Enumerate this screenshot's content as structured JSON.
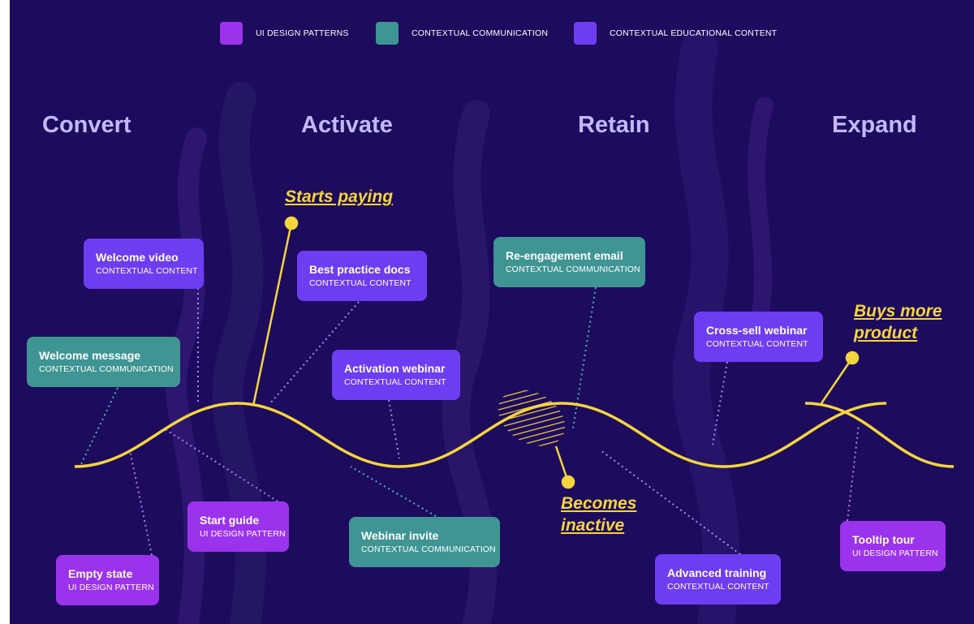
{
  "colors": {
    "background": "#1d0b5e",
    "ui_design_pattern": "#9b33ec",
    "contextual_communication": "#3f9593",
    "contextual_content": "#6d3df2",
    "milestone": "#f5d53c",
    "stage_text": "#c2b8ff"
  },
  "legend": [
    {
      "label": "UI DESIGN PATTERNS",
      "type": "ui_design_pattern"
    },
    {
      "label": "CONTEXTUAL COMMUNICATION",
      "type": "contextual_communication"
    },
    {
      "label": "CONTEXTUAL EDUCATIONAL CONTENT",
      "type": "contextual_content"
    }
  ],
  "stages": [
    "Convert",
    "Activate",
    "Retain",
    "Expand"
  ],
  "milestones": {
    "starts_paying": "Starts paying",
    "becomes_inactive": "Becomes inactive",
    "buys_more_product": "Buys more product"
  },
  "cards": [
    {
      "id": "welcome-video",
      "title": "Welcome video",
      "subtitle": "CONTEXTUAL CONTENT",
      "type": "contextual_content"
    },
    {
      "id": "welcome-message",
      "title": "Welcome message",
      "subtitle": "CONTEXTUAL COMMUNICATION",
      "type": "contextual_communication"
    },
    {
      "id": "best-practice-docs",
      "title": "Best practice docs",
      "subtitle": "CONTEXTUAL CONTENT",
      "type": "contextual_content"
    },
    {
      "id": "activation-webinar",
      "title": "Activation webinar",
      "subtitle": "CONTEXTUAL CONTENT",
      "type": "contextual_content"
    },
    {
      "id": "re-engagement-email",
      "title": "Re-engagement email",
      "subtitle": "CONTEXTUAL COMMUNICATION",
      "type": "contextual_communication"
    },
    {
      "id": "cross-sell-webinar",
      "title": "Cross-sell webinar",
      "subtitle": "CONTEXTUAL CONTENT",
      "type": "contextual_content"
    },
    {
      "id": "start-guide",
      "title": "Start guide",
      "subtitle": "UI DESIGN PATTERN",
      "type": "ui_design_pattern"
    },
    {
      "id": "empty-state",
      "title": "Empty state",
      "subtitle": "UI DESIGN PATTERN",
      "type": "ui_design_pattern"
    },
    {
      "id": "webinar-invite",
      "title": "Webinar invite",
      "subtitle": "CONTEXTUAL COMMUNICATION",
      "type": "contextual_communication"
    },
    {
      "id": "advanced-training",
      "title": "Advanced training",
      "subtitle": "CONTEXTUAL CONTENT",
      "type": "contextual_content"
    },
    {
      "id": "tooltip-tour",
      "title": "Tooltip tour",
      "subtitle": "UI DESIGN PATTERN",
      "type": "ui_design_pattern"
    }
  ]
}
